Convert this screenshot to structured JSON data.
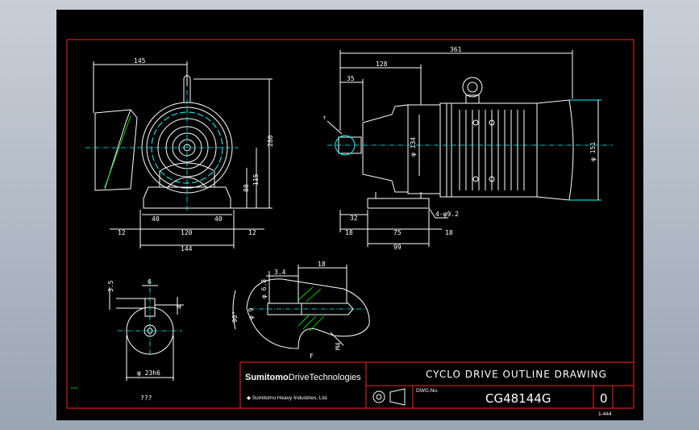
{
  "drawing": {
    "title": "CYCLO DRIVE OUTLINE DRAWING",
    "brand_bold": "Sumitomo",
    "brand_rest": "DriveTechnologies",
    "brand_company": "Sumitomo Heavy Industries, Ltd.",
    "drawing_number": "CG48144G",
    "revision": "0",
    "sheet_code": "1-444",
    "part_label": "???",
    "small_label": "DWG.No."
  },
  "dimensions": {
    "left_view": {
      "width_top": "145",
      "height": "280",
      "height2": "115",
      "height3": "80",
      "base_40_left": "40",
      "base_40_right": "40",
      "base_120": "120",
      "base_12_left": "12",
      "base_12_right": "12",
      "base_144": "144"
    },
    "right_view": {
      "overall": "361",
      "length_128": "128",
      "length_35": "35",
      "dia_134": "φ 134",
      "dia_151": "φ 151",
      "bolt": "4-φ9.2",
      "d_32": "32",
      "d_18_left": "18",
      "d_75": "75",
      "d_18_right": "18",
      "d_99": "99"
    },
    "key_view": {
      "d_35": "3.5",
      "d_6": "6",
      "d_4": "4",
      "dia_236": "φ 23h6"
    },
    "shaft_view": {
      "d_34": "3.4",
      "d_18": "18",
      "dia_6": "φ 6.8",
      "dia_9": "φ 9",
      "angle": "90°",
      "m4": "M4",
      "label_f": "F"
    }
  },
  "colors": {
    "background": "#000000",
    "border": "#ff2020",
    "outline": "#ffffff",
    "center": "#00ffff",
    "hatch": "#00ff00"
  }
}
